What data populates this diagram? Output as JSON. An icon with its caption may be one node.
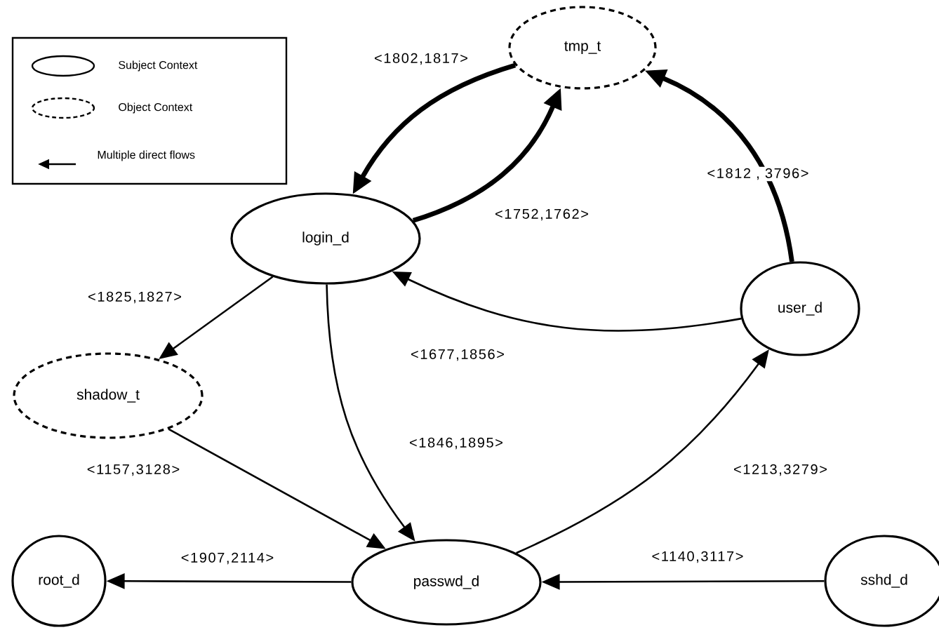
{
  "diagram": {
    "nodes": [
      {
        "text": [
          "tmp_t"
        ]
      },
      {
        "text": [
          "login_d"
        ]
      },
      {
        "text": [
          "user_d"
        ]
      },
      {
        "text": [
          "shadow_t"
        ]
      },
      {
        "text": [
          "root_d"
        ]
      },
      {
        "text": [
          "passwd_d"
        ]
      },
      {
        "text": [
          "sshd_d"
        ]
      }
    ],
    "edges": [
      {
        "from": 0,
        "to": 1,
        "arrow": "to",
        "style": "thick",
        "label": "<1802,1817>"
      },
      {
        "from": 1,
        "to": 0,
        "arrow": "to",
        "style": "thick",
        "label": "<1752,1762>"
      },
      {
        "from": 2,
        "to": 0,
        "arrow": "to",
        "style": "thick",
        "label": "<1812 , 3796>"
      },
      {
        "from": 2,
        "to": 1,
        "arrow": "to",
        "label": "<1677,1856>"
      },
      {
        "from": 1,
        "to": 3,
        "arrow": "to",
        "label": "<1825,1827>"
      },
      {
        "from": 1,
        "to": 5,
        "arrow": "to",
        "label": "<1846,1895>"
      },
      {
        "from": 3,
        "to": 5,
        "arrow": "to",
        "label": "<1157,3128>"
      },
      {
        "from": 5,
        "to": 2,
        "arrow": "to",
        "label": "<1213,3279>"
      },
      {
        "from": 5,
        "to": 4,
        "arrow": "to",
        "label": "<1907,2114>"
      },
      {
        "from": 6,
        "to": 5,
        "arrow": "to",
        "label": "<1140,3117>"
      }
    ],
    "legend": [
      {
        "text": "Subject Context"
      },
      {
        "text": "Object Context"
      },
      {
        "text": "Multiple direct flows"
      }
    ]
  }
}
